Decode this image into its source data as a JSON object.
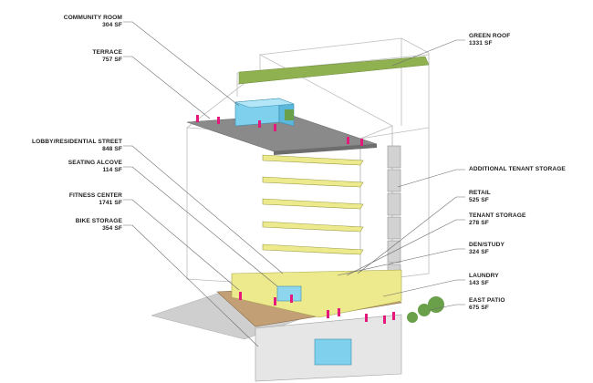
{
  "colors": {
    "accent_figure": "#e5187b",
    "floor_yellow": "#ecea8c",
    "glass_blue": "#7fd0ec",
    "green_roof": "#8fb150",
    "outline": "#b8b8b8",
    "leader": "#6a6a6a"
  },
  "labels_left": [
    {
      "name": "COMMUNITY ROOM",
      "area": "304 SF"
    },
    {
      "name": "TERRACE",
      "area": "757 SF"
    },
    {
      "name": "LOBBY/RESIDENTIAL STREET",
      "area": "848 SF"
    },
    {
      "name": "SEATING ALCOVE",
      "area": "114 SF"
    },
    {
      "name": "FITNESS CENTER",
      "area": "1741 SF"
    },
    {
      "name": "BIKE STORAGE",
      "area": "354 SF"
    }
  ],
  "labels_right": [
    {
      "name": "GREEN ROOF",
      "area": "1331 SF"
    },
    {
      "name": "ADDITIONAL TENANT STORAGE",
      "area": ""
    },
    {
      "name": "RETAIL",
      "area": "525 SF"
    },
    {
      "name": "TENANT STORAGE",
      "area": "278 SF"
    },
    {
      "name": "DEN/STUDY",
      "area": "324 SF"
    },
    {
      "name": "LAUNDRY",
      "area": "143 SF"
    },
    {
      "name": "EAST PATIO",
      "area": "675 SF"
    }
  ]
}
